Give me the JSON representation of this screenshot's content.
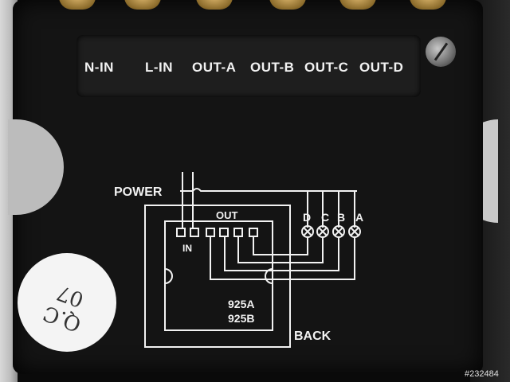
{
  "terminal_labels": [
    "N-IN",
    "L-IN",
    "OUT-A",
    "OUT-B",
    "OUT-C",
    "OUT-D"
  ],
  "diagram": {
    "power_label": "POWER",
    "out_label": "OUT",
    "in_label": "IN",
    "back_label": "BACK",
    "model_a": "925A",
    "model_b": "925B",
    "lamp_labels": [
      "D",
      "C",
      "B",
      "A"
    ]
  },
  "sticker_text": "Q.C 07",
  "watermark": "#232484",
  "colors": {
    "panel": "#141414",
    "print": "#f2f2f2",
    "terminal": "#b08a3e"
  }
}
